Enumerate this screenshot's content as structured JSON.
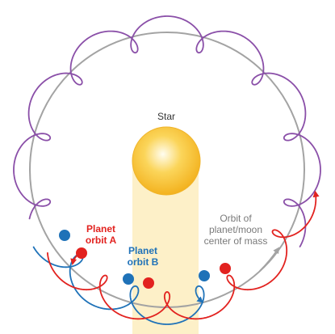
{
  "labels": {
    "star": "Star",
    "planet_orbit_a_line1": "Planet",
    "planet_orbit_a_line2": "orbit A",
    "planet_orbit_b_line1": "Planet",
    "planet_orbit_b_line2": "orbit B",
    "com_line1": "Orbit of",
    "com_line2": "planet/moon",
    "com_line3": "center of mass"
  },
  "colors": {
    "background": "#ffffff",
    "shadow": "#fdf0c8",
    "star_core": "#fffdf0",
    "star_mid": "#fbd55a",
    "star_edge": "#f3b21f",
    "orbit_gray": "#a3a3a3",
    "loop_purple": "#8a4fa8",
    "planet_blue": "#1f72b8",
    "planet_red": "#e2221f",
    "text_dark": "#333333",
    "text_gray": "#7a7a7a"
  }
}
